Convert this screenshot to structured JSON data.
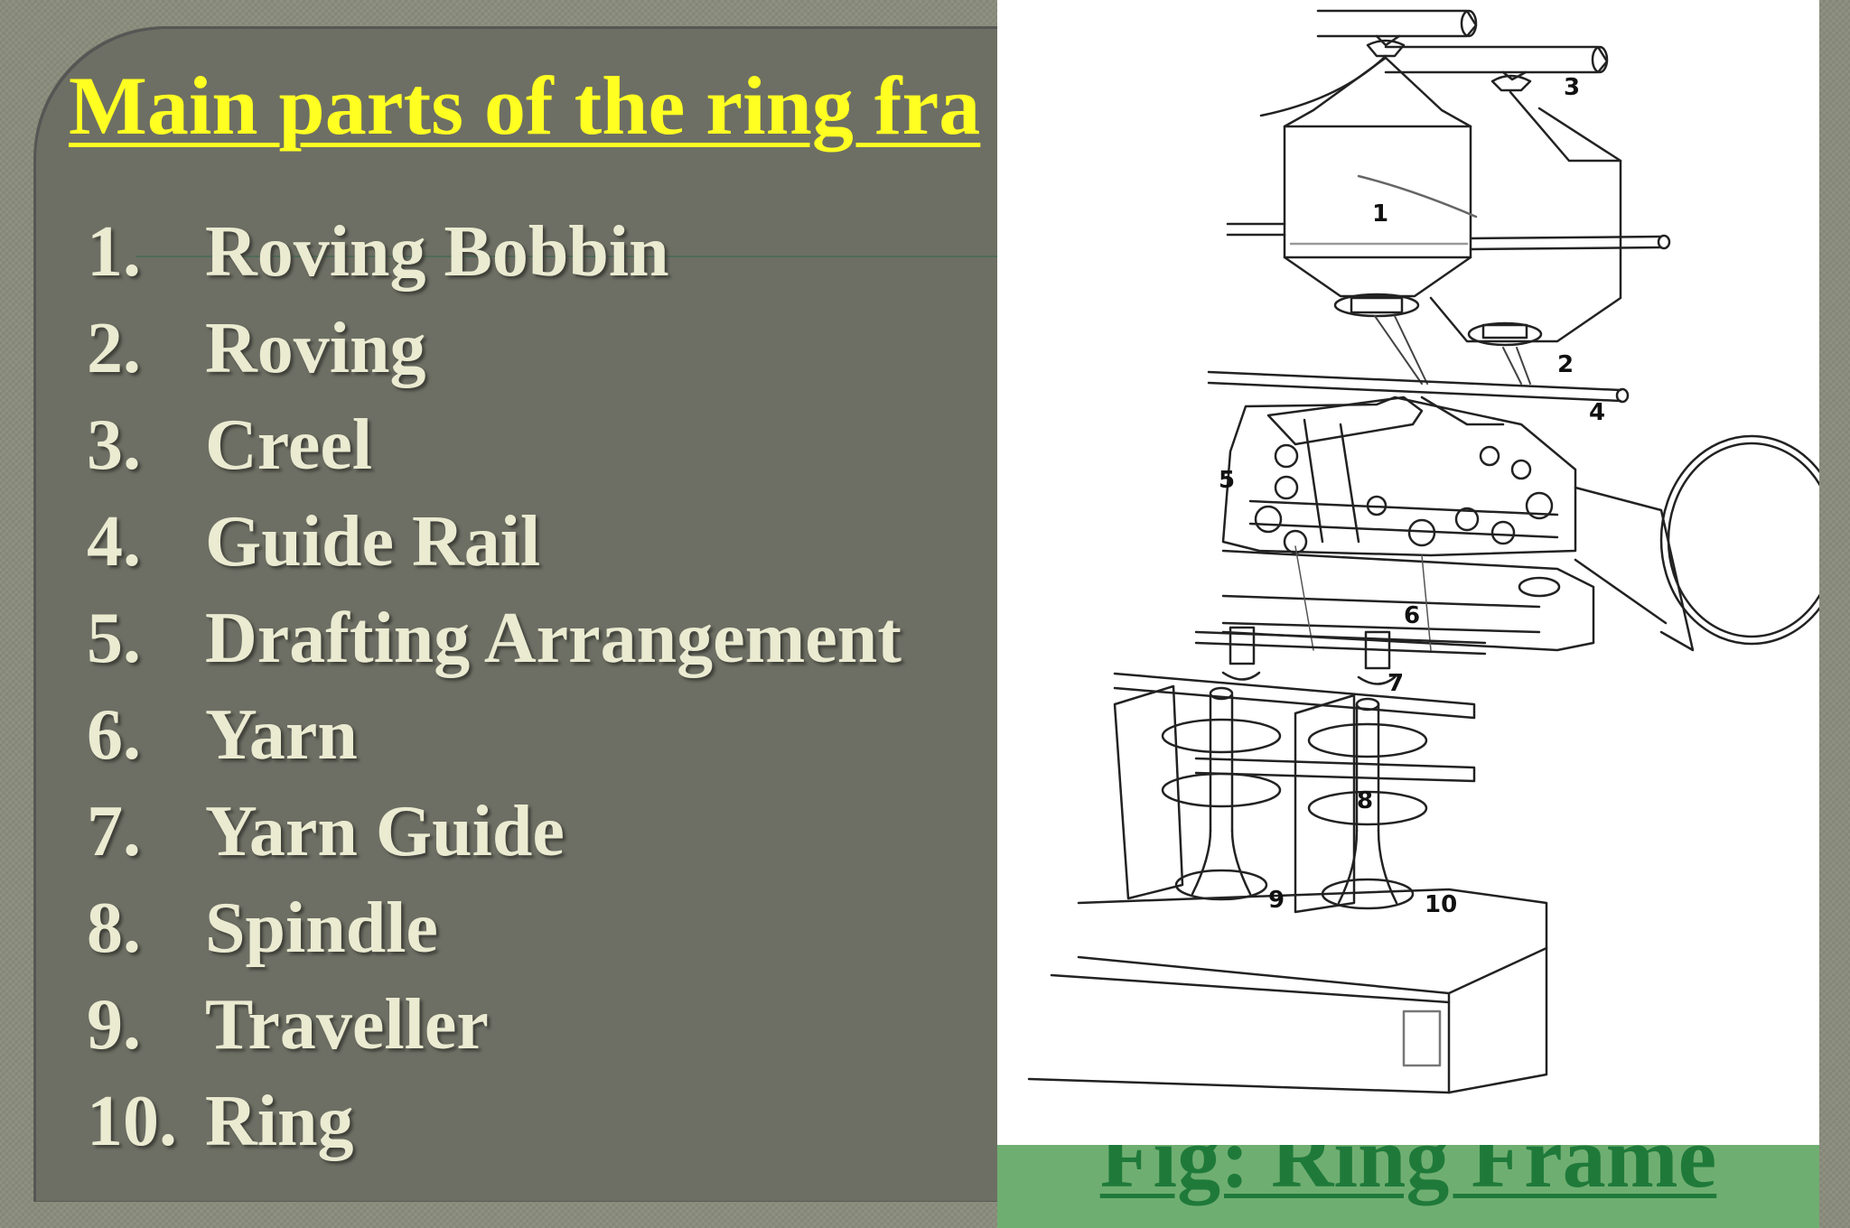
{
  "slide": {
    "title": "Main parts of the ring fra",
    "parts": [
      {
        "num": "1.",
        "label": "Roving Bobbin"
      },
      {
        "num": "2.",
        "label": "Roving"
      },
      {
        "num": "3.",
        "label": "Creel"
      },
      {
        "num": "4.",
        "label": "Guide Rail"
      },
      {
        "num": "5.",
        "label": "Drafting Arrangement"
      },
      {
        "num": "6.",
        "label": "Yarn"
      },
      {
        "num": "7.",
        "label": "Yarn Guide"
      },
      {
        "num": "8.",
        "label": "Spindle"
      },
      {
        "num": "9.",
        "label": "Traveller"
      },
      {
        "num": "10.",
        "label": "Ring"
      }
    ]
  },
  "figure": {
    "callouts": [
      "1",
      "2",
      "3",
      "4",
      "5",
      "6",
      "7",
      "8",
      "9",
      "10"
    ],
    "caption": "Fig: Ring Frame"
  },
  "colors": {
    "title": "#ffff22",
    "list_text": "#ebebd2",
    "panel": "#6d6f64",
    "caption_bar": "#6fae71",
    "caption_text": "#1f7a3a"
  }
}
